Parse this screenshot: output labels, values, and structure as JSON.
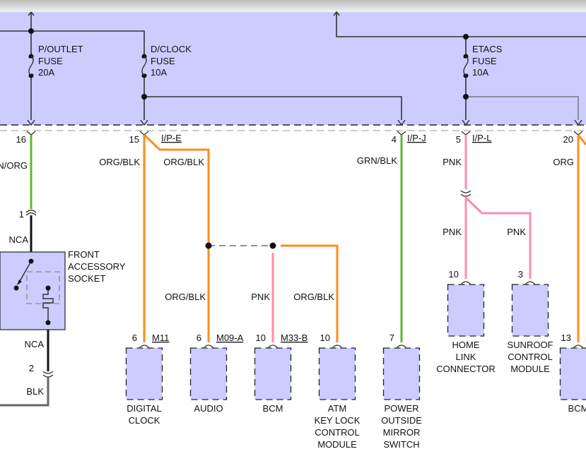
{
  "colors": {
    "fuse_box_fill": "#ccccff",
    "component_fill": "#ccccff",
    "wire_orange": "#ff8c1a",
    "wire_green": "#5cb82e",
    "wire_pink": "#ff8ca8",
    "wire_black": "#111111",
    "wire_gray": "#666666"
  },
  "fuses": [
    {
      "name": "P/OUTLET",
      "type": "FUSE",
      "rating": "20A"
    },
    {
      "name": "D/CLOCK",
      "type": "FUSE",
      "rating": "10A"
    },
    {
      "name": "ETACS",
      "type": "FUSE",
      "rating": "10A"
    }
  ],
  "pins_top": [
    {
      "pin": "16",
      "connector": "",
      "wire": "N/ORG"
    },
    {
      "pin": "15",
      "connector": "I/P-E",
      "wire": "ORG/BLK",
      "wire2": "ORG/BLK"
    },
    {
      "pin": "4",
      "connector": "I/P-J",
      "wire": "GRN/BLK"
    },
    {
      "pin": "5",
      "connector": "I/P-L",
      "wire": "PNK"
    },
    {
      "pin": "20",
      "connector": "",
      "wire": "ORG"
    }
  ],
  "socket": {
    "name_lines": [
      "FRONT",
      "ACCESSORY",
      "SOCKET"
    ],
    "pin_top": "1",
    "wire_top": "NCA",
    "wire_bottom": "NCA",
    "pin_bottom": "2",
    "ground_wire": "BLK"
  },
  "splice_wires": {
    "left": "ORG/BLK",
    "middle": "PNK",
    "right": "ORG/BLK",
    "pnk_branch_left": "PNK",
    "pnk_branch_right": "PNK"
  },
  "components": [
    {
      "pin": "6",
      "connector": "M11",
      "lines": [
        "DIGITAL",
        "CLOCK"
      ]
    },
    {
      "pin": "6",
      "connector": "M09-A",
      "lines": [
        "AUDIO"
      ]
    },
    {
      "pin": "10",
      "connector": "M33-B",
      "lines": [
        "BCM"
      ]
    },
    {
      "pin": "10",
      "connector": "",
      "lines": [
        "ATM",
        "KEY LOCK",
        "CONTROL",
        "MODULE"
      ]
    },
    {
      "pin": "7",
      "connector": "",
      "lines": [
        "POWER",
        "OUTSIDE",
        "MIRROR",
        "SWITCH"
      ]
    },
    {
      "pin": "10",
      "connector": "",
      "lines": [
        "HOME",
        "LINK",
        "CONNECTOR"
      ]
    },
    {
      "pin": "3",
      "connector": "",
      "lines": [
        "SUNROOF",
        "CONTROL",
        "MODULE"
      ]
    },
    {
      "pin": "13",
      "connector": "",
      "lines": [
        "BCM"
      ]
    }
  ]
}
